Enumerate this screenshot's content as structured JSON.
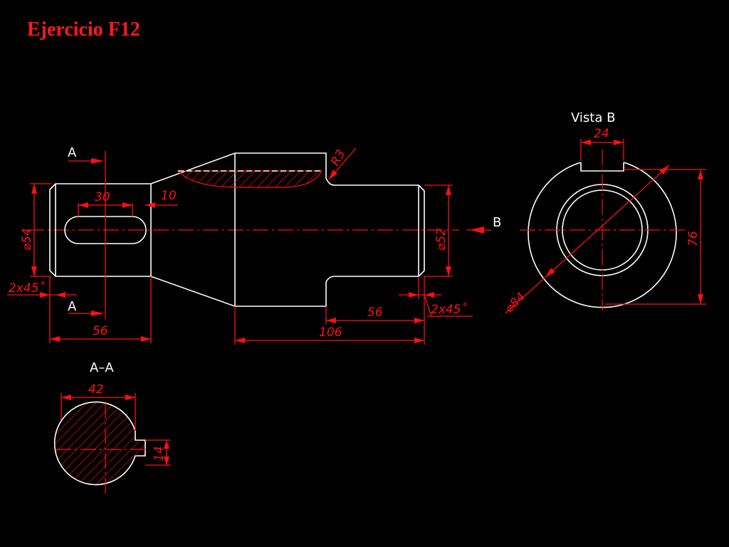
{
  "title": "Ejercicio F12",
  "labels": {
    "section_a_top": "A",
    "section_a_bottom": "A",
    "view_b_arrow": "B",
    "section_title": "A–A",
    "view_b_title": "Vista  B"
  },
  "dimensions": {
    "dia_54": "⌀54",
    "dim_30": "30",
    "dim_10": "10",
    "chamfer_left": "2x45˚",
    "dim_56_bottom": "56",
    "radius": "R3",
    "dia_52": "⌀52",
    "dim_56_right": "56",
    "chamfer_right": "2x45˚",
    "dim_106": "106",
    "dim_24": "24",
    "dia_84": "⌀84",
    "dim_76": "76",
    "dim_42": "42",
    "dim_14": "14"
  },
  "colors": {
    "background": "#000000",
    "geometry": "#ffffff",
    "annotation": "#ff1010"
  }
}
